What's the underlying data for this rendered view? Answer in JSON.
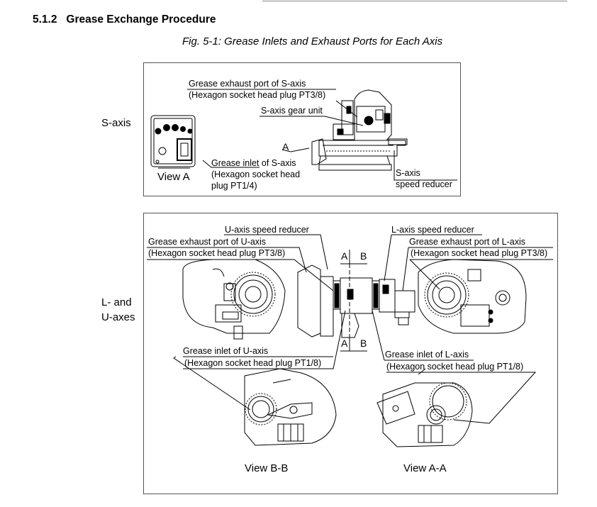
{
  "section": {
    "number": "5.1.2",
    "title": "Grease Exchange Procedure"
  },
  "figure": {
    "caption": "Fig. 5-1: Grease Inlets and Exhaust Ports for Each Axis",
    "s_axis_panel": {
      "row_label": "S-axis",
      "exhaust_port": "Grease exhaust port of S-axis",
      "exhaust_plug": "(Hexagon socket head plug PT3/8)",
      "gear_unit": "S-axis gear unit",
      "view_marker": "A",
      "inlet": "Grease inlet of S-axis",
      "inlet_plug_1": "(Hexagon socket head",
      "inlet_plug_2": "plug PT1/4)",
      "view_label": "View A",
      "reducer_1": "S-axis",
      "reducer_2": "speed reducer"
    },
    "lu_axes_panel": {
      "row_label_1": "L- and",
      "row_label_2": "U-axes",
      "u_reducer": "U-axis speed reducer",
      "l_reducer": "L-axis speed reducer",
      "u_exhaust": "Grease exhaust port of U-axis",
      "u_exhaust_plug": "(Hexagon socket head plug PT3/8)",
      "l_exhaust": "Grease exhaust port of L-axis",
      "l_exhaust_plug": "(Hexagon socket head plug PT3/8)",
      "section_a": "A",
      "section_b": "B",
      "u_inlet": "Grease inlet of U-axis",
      "u_inlet_plug": "(Hexagon socket head plug PT1/8)",
      "l_inlet": "Grease inlet of L-axis",
      "l_inlet_plug": "(Hexagon socket head plug PT1/8)",
      "view_bb": "View B-B",
      "view_aa": "View A-A"
    }
  }
}
